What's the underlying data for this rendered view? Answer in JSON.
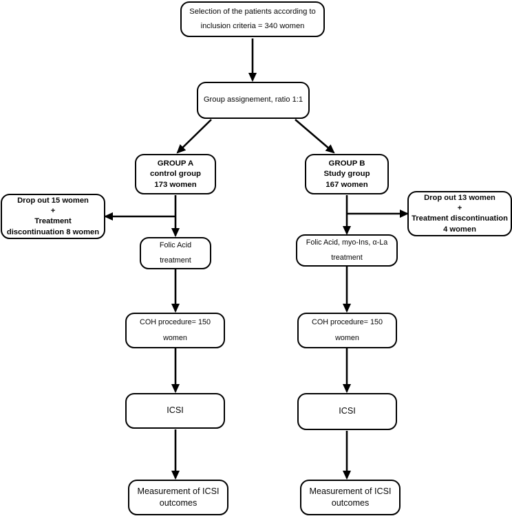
{
  "diagram": {
    "title": "Study flow diagram: patient selection, group assignment and ICSI outcomes",
    "line_color": "#000000",
    "box_fill": "#ffffff",
    "text_color": "#050505"
  },
  "nodes": {
    "selection": {
      "lines": [
        "Selection of the patients according to",
        "inclusion criteria = 340 women"
      ]
    },
    "assignment": {
      "lines": [
        "Group assignement, ratio 1:1"
      ]
    },
    "group_a": {
      "lines": [
        "GROUP A",
        "control group",
        "173 women"
      ]
    },
    "group_b": {
      "lines": [
        "GROUP B",
        "Study group",
        "167 women"
      ]
    },
    "dropout_a": {
      "lines": [
        "Drop out 15 women",
        "+",
        "Treatment",
        "discontinuation 8 women"
      ]
    },
    "dropout_b": {
      "lines": [
        "Drop out 13 women",
        "+",
        "Treatment discontinuation",
        "4 women"
      ]
    },
    "treatment_a": {
      "lines": [
        "Folic Acid",
        "treatment"
      ]
    },
    "treatment_b": {
      "lines": [
        "Folic Acid, myo-Ins, α-La",
        "treatment"
      ]
    },
    "coh_a": {
      "lines": [
        "COH procedure= 150",
        "women"
      ]
    },
    "coh_b": {
      "lines": [
        "COH procedure= 150",
        "women"
      ]
    },
    "icsi_a": {
      "lines": [
        "ICSI"
      ]
    },
    "icsi_b": {
      "lines": [
        "ICSI"
      ]
    },
    "outcome_a": {
      "lines": [
        "Measurement of ICSI",
        "outcomes"
      ]
    },
    "outcome_b": {
      "lines": [
        "Measurement of ICSI",
        "outcomes"
      ]
    }
  },
  "edges": [
    {
      "name": "selection-to-assignment",
      "kind": "straight-down"
    },
    {
      "name": "assignment-to-group-a",
      "kind": "diagonal-down-left"
    },
    {
      "name": "assignment-to-group-b",
      "kind": "diagonal-down-right"
    },
    {
      "name": "group-a-to-treatment-a",
      "kind": "straight-down"
    },
    {
      "name": "group-a-to-dropout-a",
      "kind": "branch-left"
    },
    {
      "name": "group-b-to-treatment-b",
      "kind": "straight-down"
    },
    {
      "name": "group-b-to-dropout-b",
      "kind": "branch-right"
    },
    {
      "name": "treatment-a-to-coh-a",
      "kind": "straight-down"
    },
    {
      "name": "treatment-b-to-coh-b",
      "kind": "straight-down"
    },
    {
      "name": "coh-a-to-icsi-a",
      "kind": "straight-down"
    },
    {
      "name": "coh-b-to-icsi-b",
      "kind": "straight-down"
    },
    {
      "name": "icsi-a-to-outcome-a",
      "kind": "straight-down"
    },
    {
      "name": "icsi-b-to-outcome-b",
      "kind": "straight-down"
    }
  ]
}
